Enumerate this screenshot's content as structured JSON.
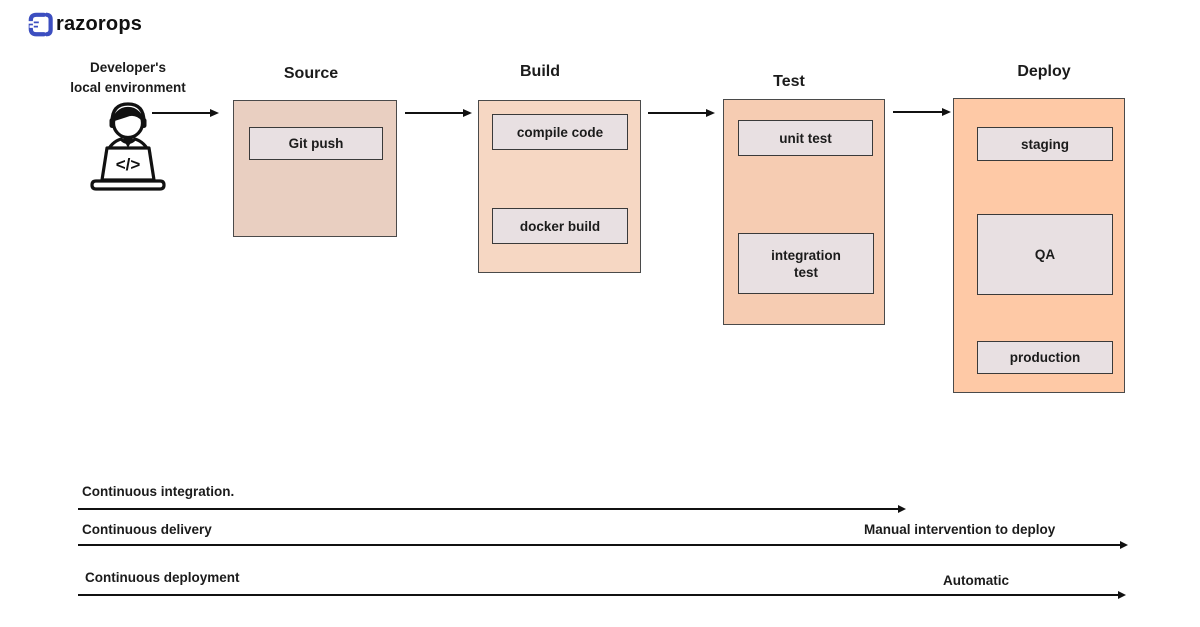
{
  "logo": {
    "text": "razorops",
    "icon_color": "#3c4ec0",
    "text_color": "#111111"
  },
  "developer": {
    "title_line1": "Developer's",
    "title_line2": "local environment",
    "code_glyph": "</>"
  },
  "stages": [
    {
      "title": "Source",
      "fill": "#e9cfc1",
      "boxes": [
        {
          "label": "Git push"
        }
      ]
    },
    {
      "title": "Build",
      "fill": "#f6d7c3",
      "boxes": [
        {
          "label": "compile code"
        },
        {
          "label": "docker build"
        }
      ]
    },
    {
      "title": "Test",
      "fill": "#f6ccb2",
      "boxes": [
        {
          "label": "unit test"
        },
        {
          "label": "integration test"
        }
      ]
    },
    {
      "title": "Deploy",
      "fill": "#fec9a6",
      "boxes": [
        {
          "label": "staging"
        },
        {
          "label": "QA"
        },
        {
          "label": "production"
        }
      ]
    }
  ],
  "inner_box_fill": "#e8e0e2",
  "arrow_color": "#111111",
  "timelines": [
    {
      "label": "Continuous integration.",
      "annotation": ""
    },
    {
      "label": "Continuous delivery",
      "annotation": "Manual intervention to deploy"
    },
    {
      "label": "Continuous deployment",
      "annotation": "Automatic"
    }
  ]
}
